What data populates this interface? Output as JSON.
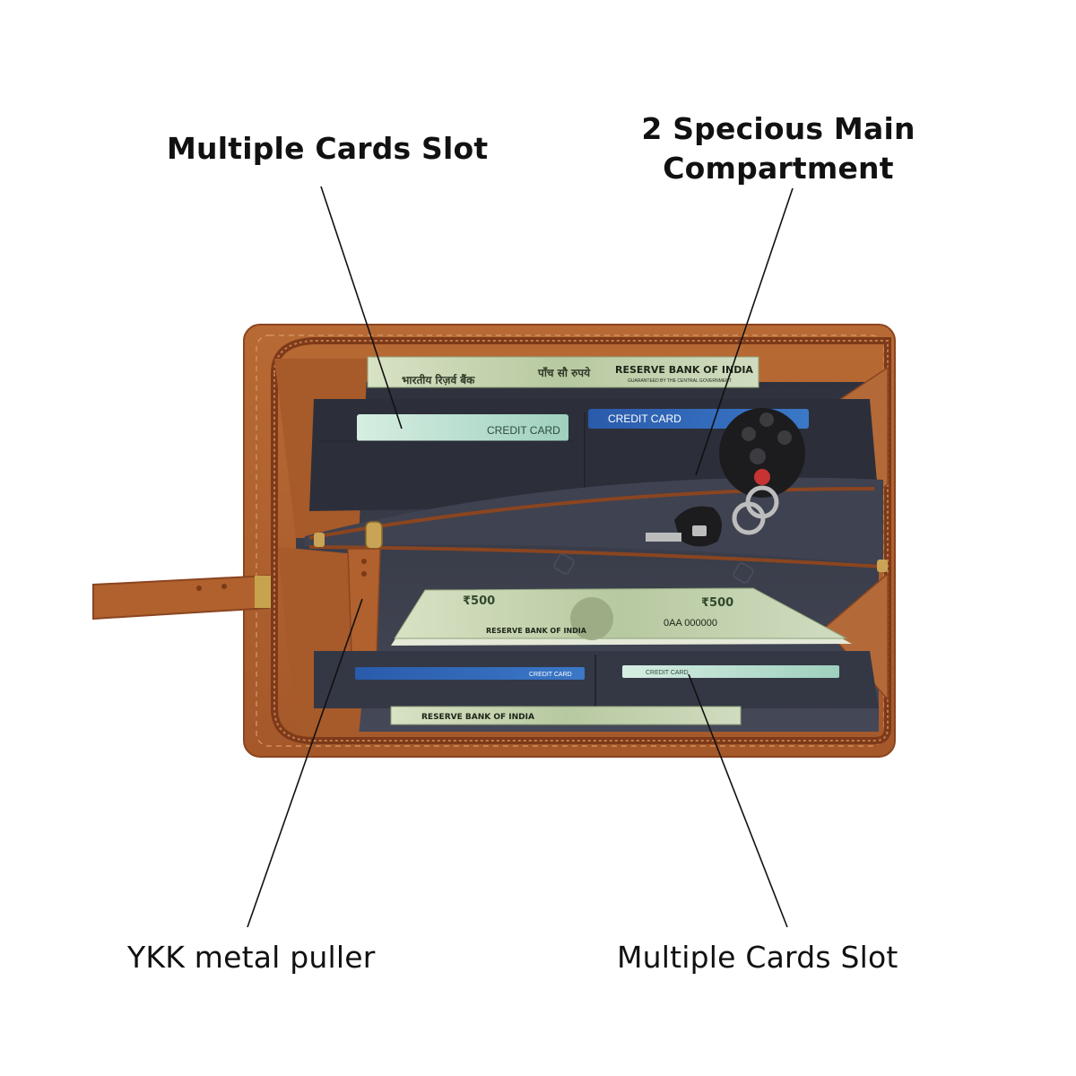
{
  "callouts": {
    "top_left": "Multiple Cards Slot",
    "top_right_line1": "2 Specious Main",
    "top_right_line2": "Compartment",
    "bottom_left": "YKK metal puller",
    "bottom_right": "Multiple Cards Slot"
  },
  "product": {
    "note_top_hindi": "भारतीय रिज़र्व बैंक",
    "note_top_hindi2": "पाँच सौ रुपये",
    "note_top_english": "RESERVE BANK OF INDIA",
    "note_top_sub": "GUARANTEED BY THE CENTRAL GOVERNMENT",
    "card_1": "CREDIT CARD",
    "card_2": "CREDIT CARD",
    "card_3": "CREDIT CARD",
    "card_4": "CREDIT CARD",
    "note_mid_denom": "₹500",
    "note_mid_serial": "0AA 000000",
    "note_mid_bank": "RESERVE BANK OF INDIA",
    "note_bottom_bank": "RESERVE BANK OF INDIA"
  },
  "colors": {
    "leather": "#b0612d",
    "leather_dark": "#8a4520",
    "lining": "#3a3d4a",
    "note_green": "#c9d7b6",
    "card_teal": "#bfe3d4",
    "card_blue": "#2e5fa8"
  }
}
